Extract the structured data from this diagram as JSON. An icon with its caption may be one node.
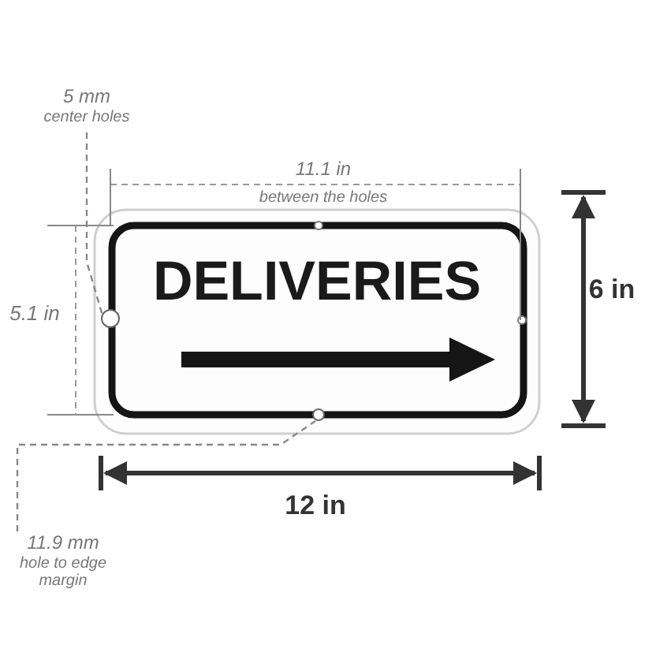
{
  "diagram": {
    "nodes": [
      {
        "text": [
          "DELIVERIES"
        ]
      },
      {
        "text": [
          "5 mm",
          "center holes"
        ]
      },
      {
        "text": [],
        "shape": "circle",
        "in": 0
      },
      {
        "text": [
          "11.9 mm",
          "hole to edge margin"
        ]
      },
      {
        "text": [],
        "shape": "circle",
        "in": 0
      }
    ],
    "edges": [
      {
        "from": 1,
        "to": 2,
        "arrow": "none",
        "style": "dashed"
      },
      {
        "from": 3,
        "to": 4,
        "arrow": "none",
        "style": "dashed"
      }
    ],
    "labels": [
      "11.1 in",
      "between the holes",
      "5.1 in",
      "6 in",
      "12 in"
    ]
  }
}
